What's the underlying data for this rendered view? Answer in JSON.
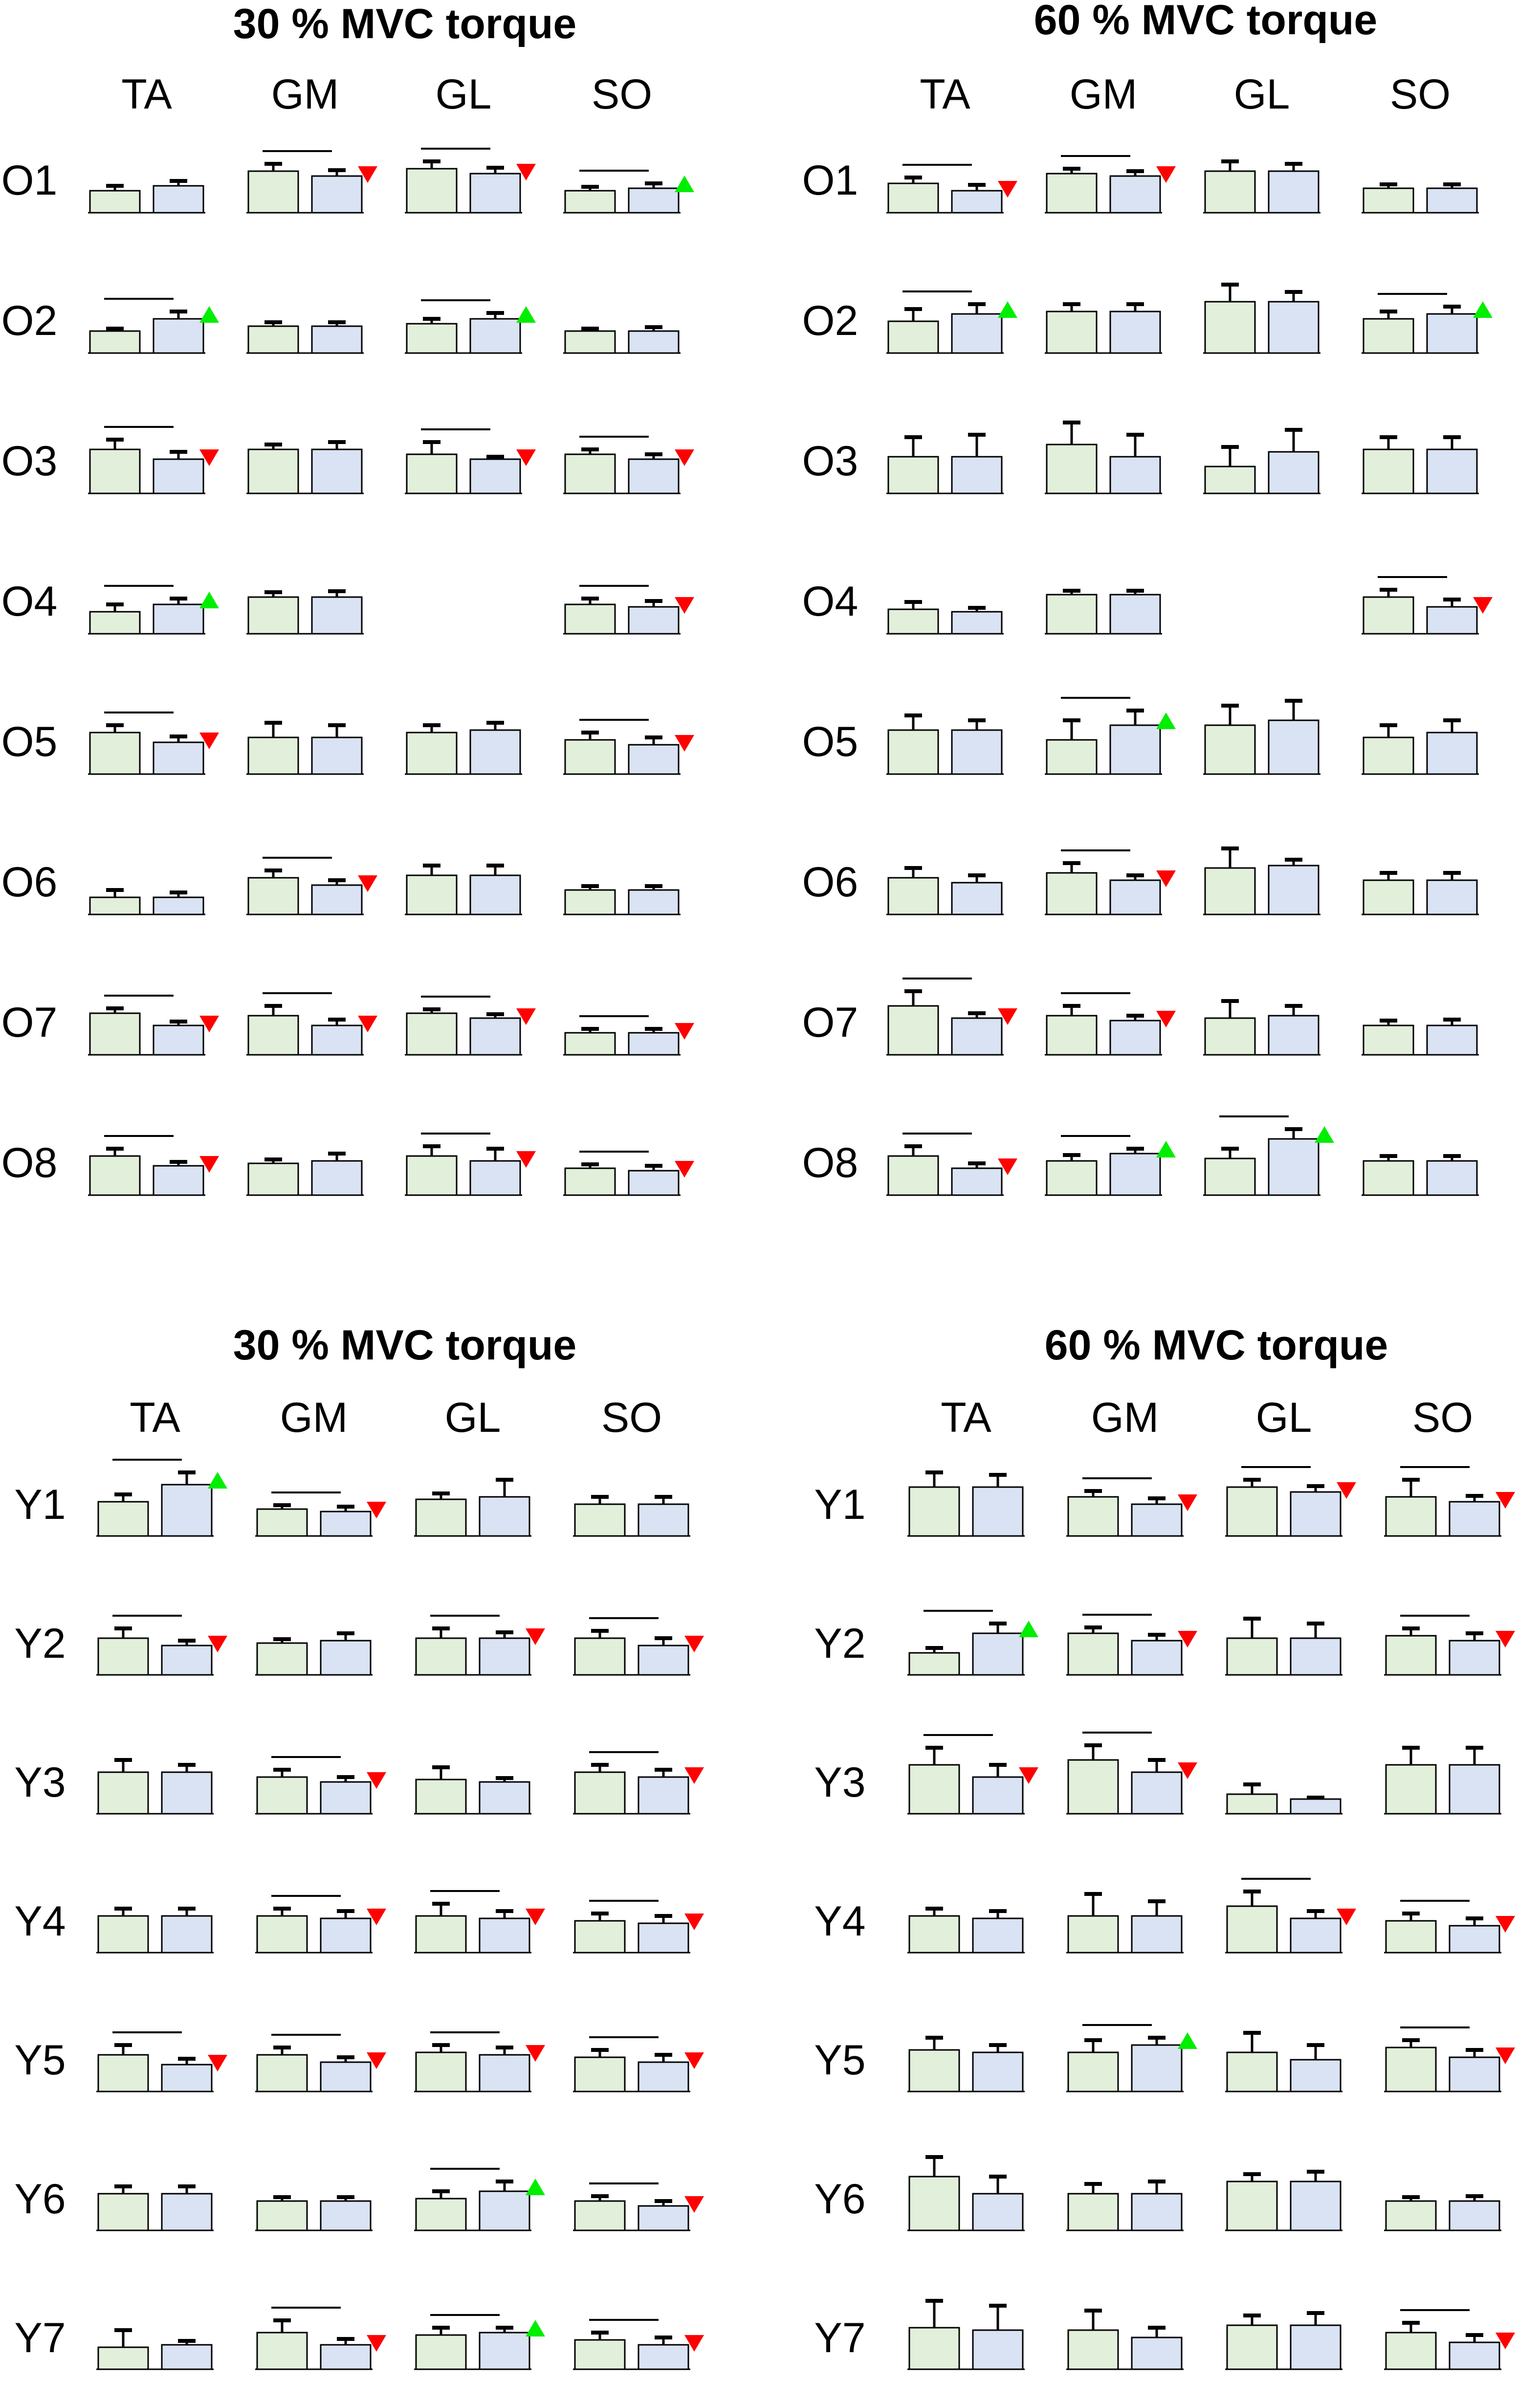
{
  "colors": {
    "bar_a": "#e2efda",
    "bar_b": "#dae3f3",
    "bar_edge": "#000000",
    "increase": "#00ee00",
    "decrease": "#ff0000"
  },
  "figure_note": "",
  "chart_data": [
    {
      "type": "bar",
      "title": "30 % MVC torque",
      "muscles": [
        "TA",
        "GM",
        "GL",
        "SO"
      ],
      "subjects": [
        "O1",
        "O2",
        "O3",
        "O4",
        "O5",
        "O6",
        "O7",
        "O8"
      ],
      "cells": [
        [
          [
            0.45,
            0.1,
            0.55,
            0.1,
            0,
            "none"
          ],
          [
            0.85,
            0.15,
            0.75,
            0.12,
            1,
            "down"
          ],
          [
            0.9,
            0.15,
            0.8,
            0.12,
            1,
            "down"
          ],
          [
            0.45,
            0.08,
            0.5,
            0.1,
            1,
            "up"
          ]
        ],
        [
          [
            0.45,
            0.05,
            0.7,
            0.15,
            1,
            "up"
          ],
          [
            0.55,
            0.08,
            0.55,
            0.08,
            0,
            "none"
          ],
          [
            0.6,
            0.1,
            0.7,
            0.12,
            1,
            "up"
          ],
          [
            0.45,
            0.05,
            0.45,
            0.08,
            0,
            "none"
          ]
        ],
        [
          [
            0.9,
            0.2,
            0.7,
            0.15,
            1,
            "down"
          ],
          [
            0.9,
            0.1,
            0.9,
            0.15,
            0,
            "none"
          ],
          [
            0.8,
            0.25,
            0.7,
            0.05,
            1,
            "down"
          ],
          [
            0.8,
            0.1,
            0.7,
            0.1,
            1,
            "down"
          ]
        ],
        [
          [
            0.45,
            0.15,
            0.6,
            0.12,
            1,
            "up"
          ],
          [
            0.75,
            0.1,
            0.75,
            0.12,
            0,
            "none"
          ],
          null,
          [
            0.6,
            0.12,
            0.55,
            0.12,
            1,
            "down"
          ]
        ],
        [
          [
            0.85,
            0.15,
            0.65,
            0.12,
            1,
            "down"
          ],
          [
            0.75,
            0.3,
            0.75,
            0.25,
            0,
            "none"
          ],
          [
            0.85,
            0.15,
            0.9,
            0.15,
            0,
            "none"
          ],
          [
            0.7,
            0.15,
            0.6,
            0.15,
            1,
            "down"
          ]
        ],
        [
          [
            0.35,
            0.15,
            0.35,
            0.1,
            0,
            "none"
          ],
          [
            0.75,
            0.15,
            0.6,
            0.1,
            1,
            "down"
          ],
          [
            0.8,
            0.2,
            0.8,
            0.2,
            0,
            "none"
          ],
          [
            0.5,
            0.08,
            0.5,
            0.08,
            0,
            "none"
          ]
        ],
        [
          [
            0.85,
            0.1,
            0.6,
            0.08,
            1,
            "down"
          ],
          [
            0.8,
            0.2,
            0.6,
            0.12,
            1,
            "down"
          ],
          [
            0.85,
            0.08,
            0.75,
            0.08,
            1,
            "down"
          ],
          [
            0.45,
            0.08,
            0.45,
            0.08,
            1,
            "down"
          ]
        ],
        [
          [
            0.8,
            0.15,
            0.6,
            0.08,
            1,
            "down"
          ],
          [
            0.65,
            0.08,
            0.7,
            0.15,
            0,
            "none"
          ],
          [
            0.8,
            0.2,
            0.7,
            0.25,
            1,
            "down"
          ],
          [
            0.55,
            0.08,
            0.5,
            0.1,
            1,
            "down"
          ]
        ]
      ]
    },
    {
      "type": "bar",
      "title": "60 % MVC torque",
      "muscles": [
        "TA",
        "GM",
        "GL",
        "SO"
      ],
      "subjects": [
        "O1",
        "O2",
        "O3",
        "O4",
        "O5",
        "O6",
        "O7",
        "O8"
      ],
      "cells": [
        [
          [
            0.6,
            0.12,
            0.45,
            0.12,
            1,
            "down"
          ],
          [
            0.8,
            0.1,
            0.75,
            0.1,
            1,
            "down"
          ],
          [
            0.85,
            0.2,
            0.85,
            0.15,
            0,
            "none"
          ],
          [
            0.5,
            0.08,
            0.5,
            0.08,
            0,
            "none"
          ]
        ],
        [
          [
            0.65,
            0.25,
            0.8,
            0.2,
            1,
            "up"
          ],
          [
            0.85,
            0.15,
            0.85,
            0.15,
            0,
            "none"
          ],
          [
            1.05,
            0.35,
            1.05,
            0.2,
            0,
            "none"
          ],
          [
            0.7,
            0.15,
            0.8,
            0.15,
            1,
            "up"
          ]
        ],
        [
          [
            0.75,
            0.4,
            0.75,
            0.45,
            0,
            "none"
          ],
          [
            1.0,
            0.45,
            0.75,
            0.45,
            0,
            "none"
          ],
          [
            0.55,
            0.4,
            0.85,
            0.45,
            0,
            "none"
          ],
          [
            0.9,
            0.25,
            0.9,
            0.25,
            0,
            "none"
          ]
        ],
        [
          [
            0.5,
            0.15,
            0.45,
            0.08,
            0,
            "none"
          ],
          [
            0.8,
            0.08,
            0.8,
            0.08,
            0,
            "none"
          ],
          null,
          [
            0.75,
            0.15,
            0.55,
            0.15,
            1,
            "down"
          ]
        ],
        [
          [
            0.9,
            0.3,
            0.9,
            0.2,
            0,
            "none"
          ],
          [
            0.7,
            0.4,
            1.0,
            0.3,
            1,
            "up"
          ],
          [
            1.0,
            0.4,
            1.1,
            0.4,
            0,
            "none"
          ],
          [
            0.75,
            0.25,
            0.85,
            0.25,
            0,
            "none"
          ]
        ],
        [
          [
            0.75,
            0.2,
            0.65,
            0.15,
            0,
            "none"
          ],
          [
            0.85,
            0.2,
            0.7,
            0.1,
            1,
            "down"
          ],
          [
            0.95,
            0.4,
            1.0,
            0.12,
            0,
            "none"
          ],
          [
            0.7,
            0.15,
            0.7,
            0.15,
            0,
            "none"
          ]
        ],
        [
          [
            1.0,
            0.3,
            0.75,
            0.1,
            1,
            "down"
          ],
          [
            0.8,
            0.2,
            0.7,
            0.1,
            1,
            "down"
          ],
          [
            0.75,
            0.35,
            0.8,
            0.2,
            0,
            "none"
          ],
          [
            0.6,
            0.1,
            0.6,
            0.12,
            0,
            "none"
          ]
        ],
        [
          [
            0.8,
            0.2,
            0.55,
            0.1,
            1,
            "down"
          ],
          [
            0.7,
            0.12,
            0.85,
            0.1,
            1,
            "up"
          ],
          [
            0.75,
            0.2,
            1.15,
            0.2,
            1,
            "up"
          ],
          [
            0.7,
            0.1,
            0.7,
            0.1,
            0,
            "none"
          ]
        ]
      ]
    },
    {
      "type": "bar",
      "title": "30 % MVC torque",
      "muscles": [
        "TA",
        "GM",
        "GL",
        "SO"
      ],
      "subjects": [
        "Y1",
        "Y2",
        "Y3",
        "Y4",
        "Y5",
        "Y6",
        "Y7"
      ],
      "cells": [
        [
          [
            0.7,
            0.15,
            1.05,
            0.25,
            1,
            "up"
          ],
          [
            0.55,
            0.08,
            0.5,
            0.1,
            1,
            "down"
          ],
          [
            0.75,
            0.12,
            0.8,
            0.35,
            0,
            "none"
          ],
          [
            0.65,
            0.15,
            0.65,
            0.15,
            0,
            "none"
          ]
        ],
        [
          [
            0.75,
            0.2,
            0.6,
            0.1,
            1,
            "down"
          ],
          [
            0.65,
            0.08,
            0.7,
            0.15,
            0,
            "none"
          ],
          [
            0.75,
            0.2,
            0.75,
            0.12,
            1,
            "down"
          ],
          [
            0.75,
            0.15,
            0.6,
            0.15,
            1,
            "down"
          ]
        ],
        [
          [
            0.85,
            0.25,
            0.85,
            0.15,
            0,
            "none"
          ],
          [
            0.75,
            0.15,
            0.65,
            0.1,
            1,
            "down"
          ],
          [
            0.7,
            0.25,
            0.65,
            0.08,
            0,
            "none"
          ],
          [
            0.85,
            0.15,
            0.75,
            0.15,
            1,
            "down"
          ]
        ],
        [
          [
            0.75,
            0.15,
            0.75,
            0.15,
            0,
            "none"
          ],
          [
            0.75,
            0.15,
            0.7,
            0.15,
            1,
            "down"
          ],
          [
            0.75,
            0.25,
            0.7,
            0.15,
            1,
            "down"
          ],
          [
            0.65,
            0.15,
            0.6,
            0.15,
            1,
            "down"
          ]
        ],
        [
          [
            0.75,
            0.2,
            0.55,
            0.12,
            1,
            "down"
          ],
          [
            0.75,
            0.15,
            0.6,
            0.1,
            1,
            "down"
          ],
          [
            0.8,
            0.15,
            0.75,
            0.15,
            1,
            "down"
          ],
          [
            0.7,
            0.15,
            0.6,
            0.15,
            1,
            "down"
          ]
        ],
        [
          [
            0.75,
            0.15,
            0.75,
            0.15,
            0,
            "none"
          ],
          [
            0.6,
            0.08,
            0.6,
            0.08,
            0,
            "none"
          ],
          [
            0.65,
            0.15,
            0.8,
            0.2,
            1,
            "up"
          ],
          [
            0.6,
            0.1,
            0.5,
            0.1,
            1,
            "down"
          ]
        ],
        [
          [
            0.45,
            0.35,
            0.5,
            0.08,
            0,
            "none"
          ],
          [
            0.75,
            0.25,
            0.5,
            0.12,
            1,
            "down"
          ],
          [
            0.7,
            0.15,
            0.75,
            0.1,
            1,
            "up"
          ],
          [
            0.6,
            0.15,
            0.5,
            0.15,
            1,
            "down"
          ]
        ]
      ]
    },
    {
      "type": "bar",
      "title": "60 % MVC torque",
      "muscles": [
        "TA",
        "GM",
        "GL",
        "SO"
      ],
      "subjects": [
        "Y1",
        "Y2",
        "Y3",
        "Y4",
        "Y5",
        "Y6",
        "Y7"
      ],
      "cells": [
        [
          [
            1.0,
            0.3,
            1.0,
            0.25,
            0,
            "none"
          ],
          [
            0.8,
            0.12,
            0.65,
            0.12,
            1,
            "down"
          ],
          [
            1.0,
            0.15,
            0.9,
            0.12,
            1,
            "down"
          ],
          [
            0.8,
            0.35,
            0.7,
            0.12,
            1,
            "down"
          ]
        ],
        [
          [
            0.45,
            0.1,
            0.85,
            0.2,
            1,
            "up"
          ],
          [
            0.85,
            0.12,
            0.7,
            0.12,
            1,
            "down"
          ],
          [
            0.75,
            0.4,
            0.75,
            0.3,
            0,
            "none"
          ],
          [
            0.8,
            0.15,
            0.7,
            0.15,
            1,
            "down"
          ]
        ],
        [
          [
            1.0,
            0.35,
            0.75,
            0.25,
            1,
            "down"
          ],
          [
            1.1,
            0.3,
            0.85,
            0.25,
            1,
            "down"
          ],
          [
            0.4,
            0.2,
            0.3,
            0.03,
            0,
            "none"
          ],
          [
            1.0,
            0.35,
            1.0,
            0.35,
            0,
            "none"
          ]
        ],
        [
          [
            0.75,
            0.15,
            0.7,
            0.15,
            0,
            "none"
          ],
          [
            0.75,
            0.45,
            0.75,
            0.3,
            0,
            "none"
          ],
          [
            0.95,
            0.3,
            0.7,
            0.15,
            1,
            "down"
          ],
          [
            0.65,
            0.15,
            0.55,
            0.15,
            1,
            "down"
          ]
        ],
        [
          [
            0.85,
            0.25,
            0.8,
            0.15,
            0,
            "none"
          ],
          [
            0.8,
            0.25,
            0.95,
            0.15,
            1,
            "up"
          ],
          [
            0.8,
            0.4,
            0.65,
            0.3,
            0,
            "none"
          ],
          [
            0.9,
            0.15,
            0.7,
            0.15,
            1,
            "down"
          ]
        ],
        [
          [
            1.1,
            0.4,
            0.75,
            0.35,
            0,
            "none"
          ],
          [
            0.75,
            0.2,
            0.75,
            0.25,
            0,
            "none"
          ],
          [
            1.0,
            0.15,
            1.0,
            0.2,
            0,
            "none"
          ],
          [
            0.6,
            0.08,
            0.6,
            0.1,
            0,
            "none"
          ]
        ],
        [
          [
            0.85,
            0.55,
            0.8,
            0.5,
            0,
            "none"
          ],
          [
            0.8,
            0.4,
            0.65,
            0.2,
            0,
            "none"
          ],
          [
            0.9,
            0.2,
            0.9,
            0.25,
            0,
            "none"
          ],
          [
            0.75,
            0.2,
            0.55,
            0.15,
            1,
            "down"
          ]
        ]
      ]
    }
  ]
}
